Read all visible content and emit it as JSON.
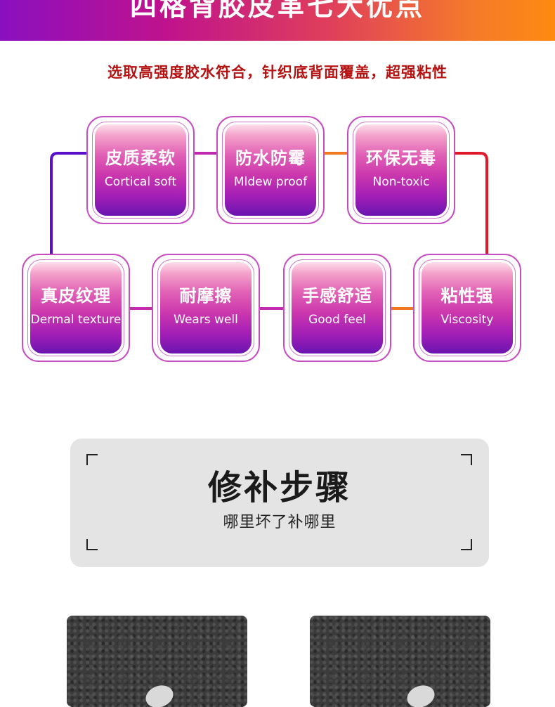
{
  "banner": {
    "title": "四格背胶皮革七大优点"
  },
  "subtitle": "选取高强度胶水符合，针织底背面覆盖，超强粘性",
  "features": [
    {
      "zh": "皮质柔软",
      "en": "Cortical soft"
    },
    {
      "zh": "防水防霉",
      "en": "Mldew proof"
    },
    {
      "zh": "环保无毒",
      "en": "Non-toxic"
    },
    {
      "zh": "真皮纹理",
      "en": "Dermal texture"
    },
    {
      "zh": "耐摩擦",
      "en": "Wears well"
    },
    {
      "zh": "手感舒适",
      "en": "Good feel"
    },
    {
      "zh": "粘性强",
      "en": "Viscosity"
    }
  ],
  "repair": {
    "title": "修补步骤",
    "subtitle": "哪里坏了补哪里"
  },
  "colors": {
    "subtitle_red": "#b51212",
    "connector_purple": "#5a10c8",
    "connector_magenta": "#c22ab0",
    "connector_orange": "#f07820",
    "connector_red": "#e01a2a"
  }
}
